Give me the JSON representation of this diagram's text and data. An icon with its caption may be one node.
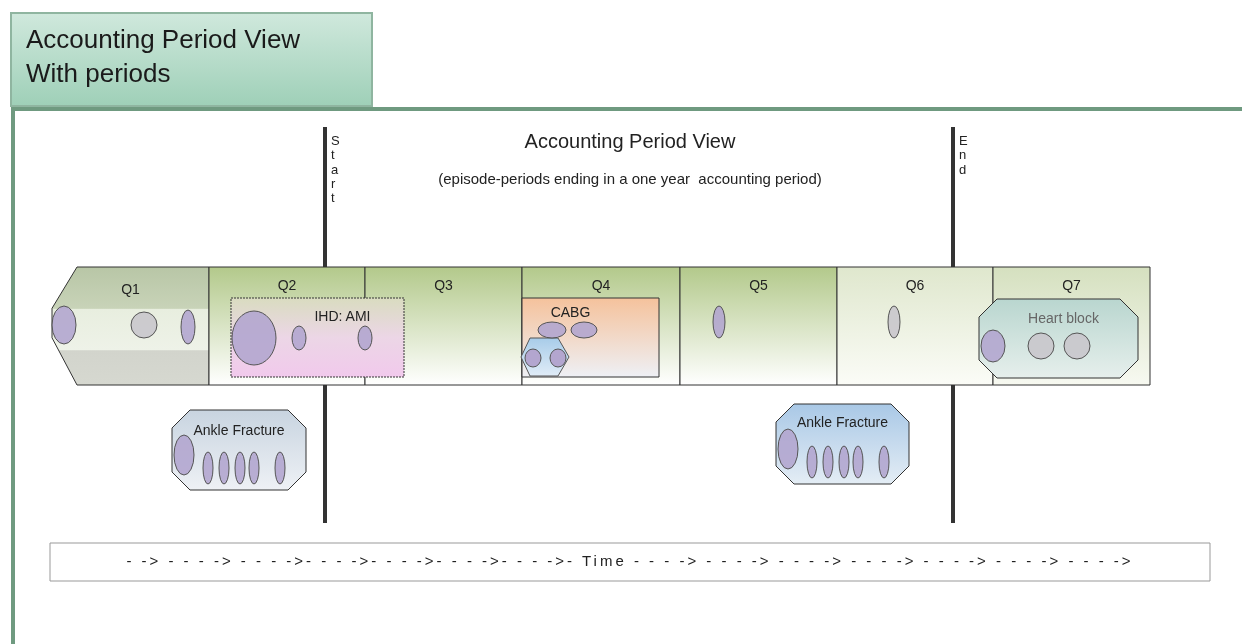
{
  "diagram": {
    "title": "Accounting Period View With periods",
    "nodes": [
      {
        "text": [
          "Q1"
        ]
      },
      {
        "text": [
          "Q2"
        ]
      },
      {
        "text": [
          "Q3"
        ]
      },
      {
        "text": [
          "Q4"
        ]
      },
      {
        "text": [
          "Q5"
        ]
      },
      {
        "text": [
          "Q6"
        ]
      },
      {
        "text": [
          "Q7"
        ]
      },
      {
        "text": [
          "IHD: AMI"
        ]
      },
      {
        "text": [
          "CABG"
        ],
        "in": 3
      },
      {
        "text": [
          "Heart block"
        ]
      },
      {
        "text": [
          "Ankle Fracture"
        ]
      },
      {
        "text": [
          "Ankle Fracture"
        ]
      },
      {
        "text": [
          "- -> - - - -> - - - ->- - - ->- - - ->- - - ->- - - ->- Time - - - -> - - - -> - - - -> - - - -> - - - -> - - - -> - - - ->"
        ]
      }
    ],
    "labels": [
      "Start",
      "Accounting Period View",
      "(episode-periods ending in a one year  accounting period)",
      "End"
    ]
  }
}
